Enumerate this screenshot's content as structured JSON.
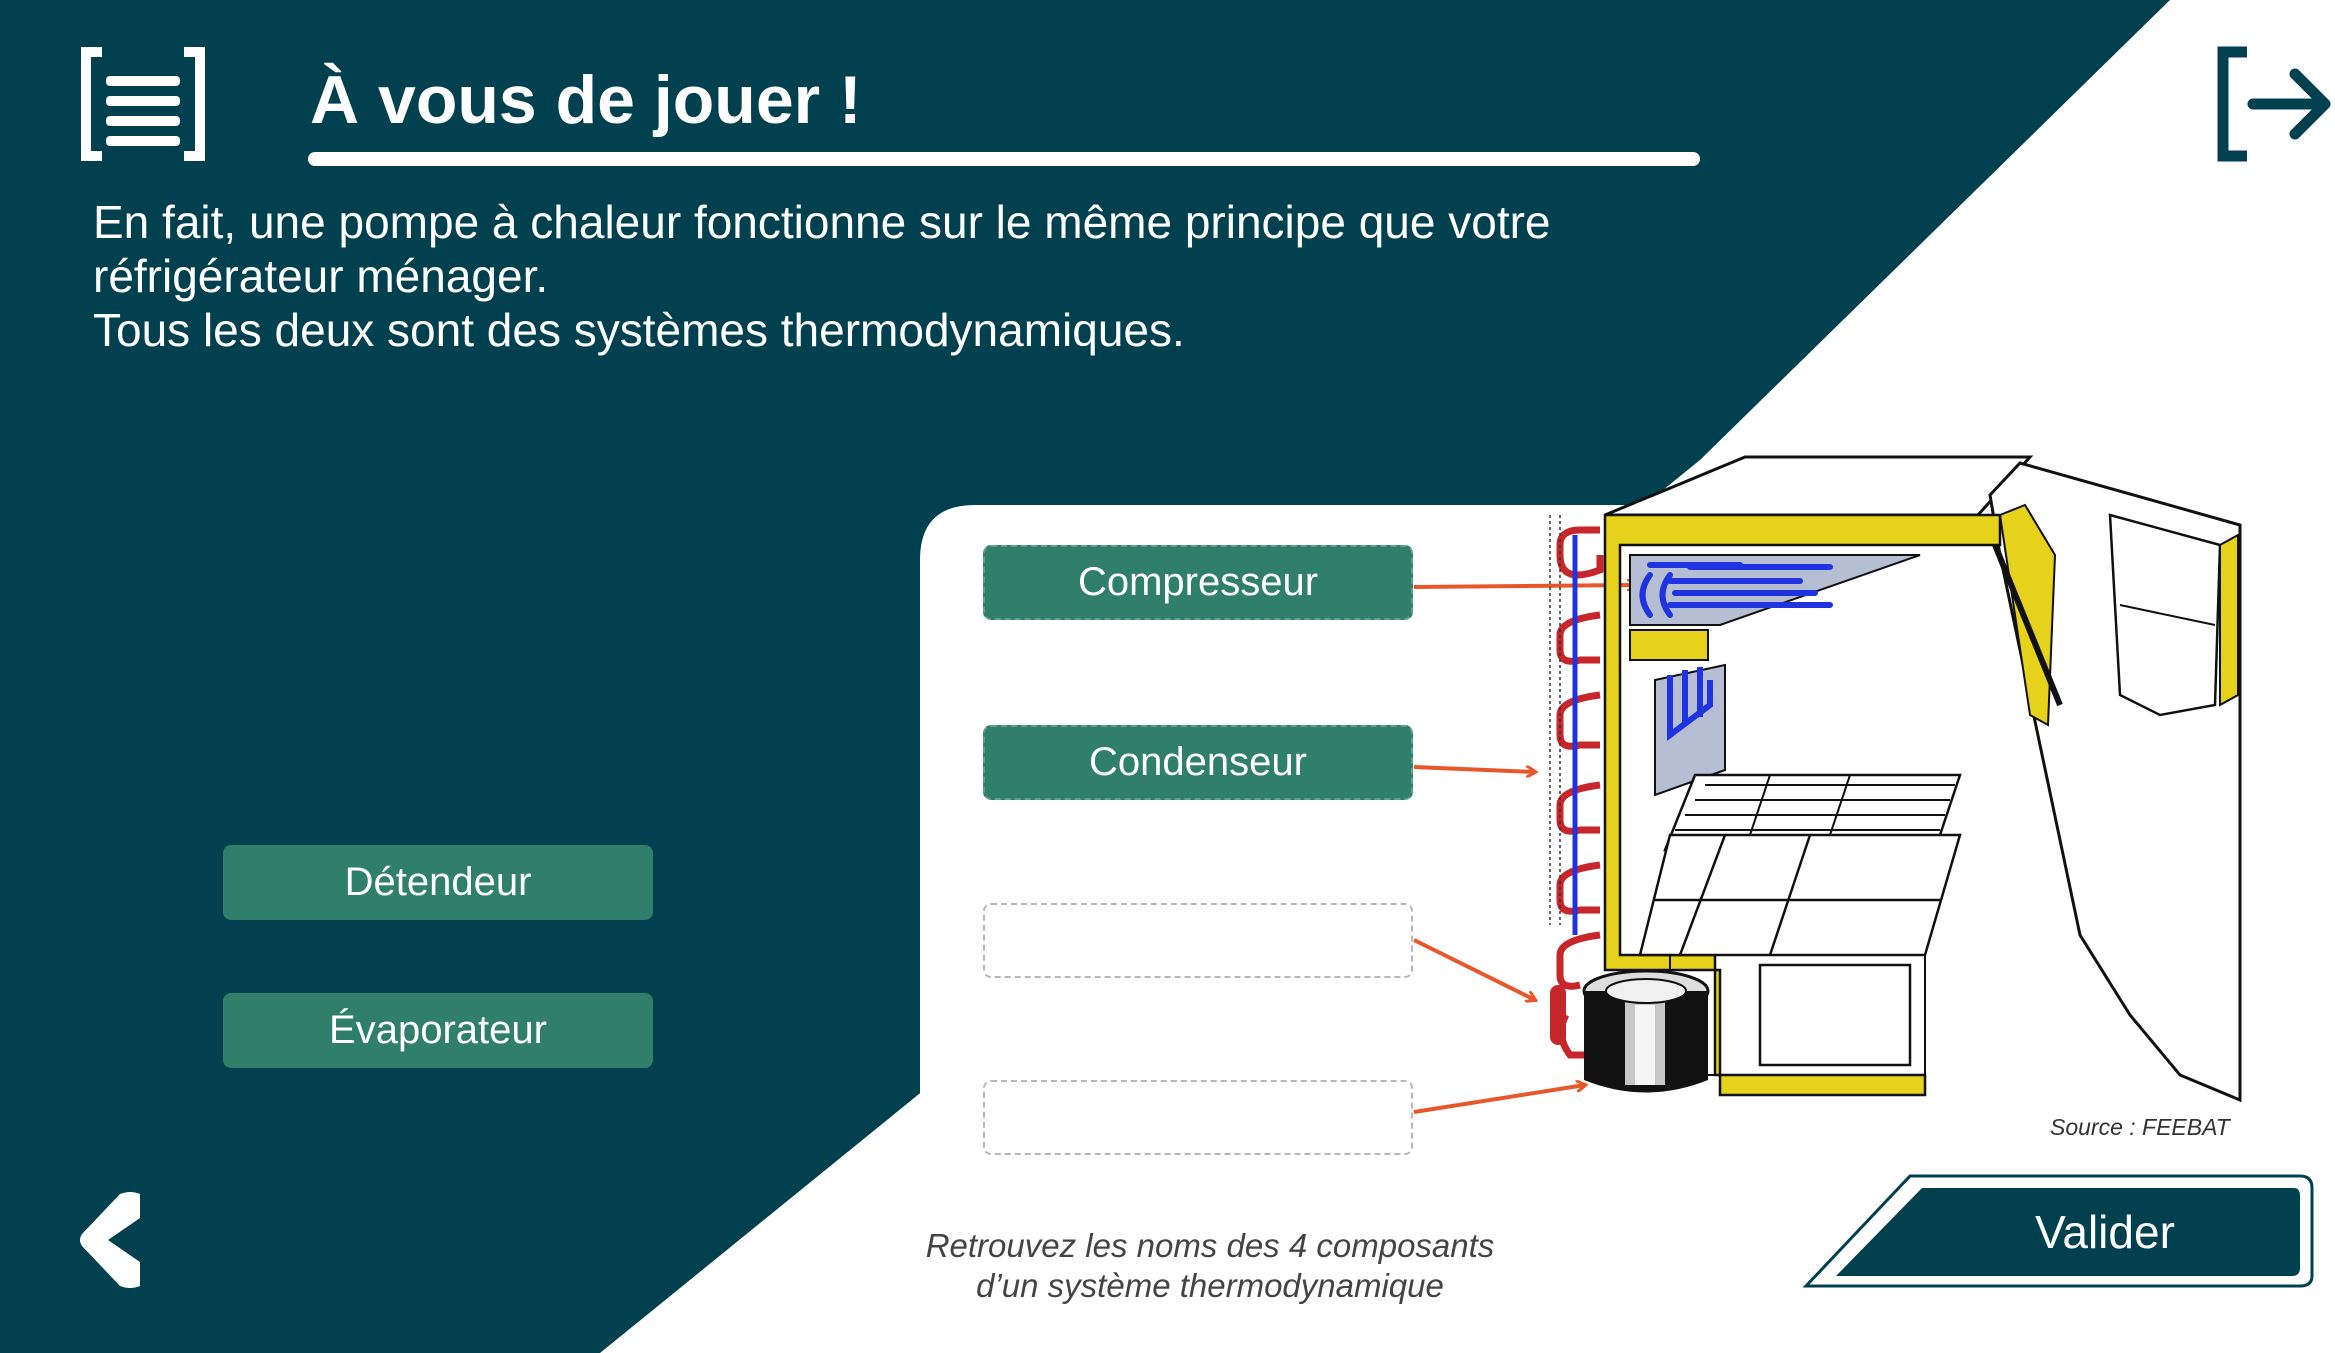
{
  "header": {
    "title": "À vous de jouer !",
    "menu_icon": "menu-list-icon",
    "exit_icon": "exit-arrow-icon"
  },
  "intro": {
    "lines": [
      "En fait, une pompe à chaleur fonctionne sur le même principe que votre",
      "réfrigérateur ménager.",
      "Tous les deux sont des systèmes thermodynamiques."
    ]
  },
  "palette": {
    "items": [
      {
        "label": "Détendeur"
      },
      {
        "label": "Évaporateur"
      }
    ]
  },
  "drop_slots": [
    {
      "label": "Compresseur",
      "filled": true
    },
    {
      "label": "Condenseur",
      "filled": true
    },
    {
      "label": "",
      "filled": false
    },
    {
      "label": "",
      "filled": false
    }
  ],
  "figure": {
    "source": "Source : FEEBAT",
    "subject": "fridge-diagram"
  },
  "instruction": {
    "lines": [
      "Retrouvez les noms des 4 composants",
      "d’un système thermodynamique"
    ]
  },
  "actions": {
    "validate_label": "Valider",
    "back_icon": "chevron-left-icon"
  },
  "colors": {
    "background": "#00404f",
    "tile": "#2f7f6a",
    "arrow": "#e8572a",
    "accent_yellow": "#e6d21a"
  }
}
